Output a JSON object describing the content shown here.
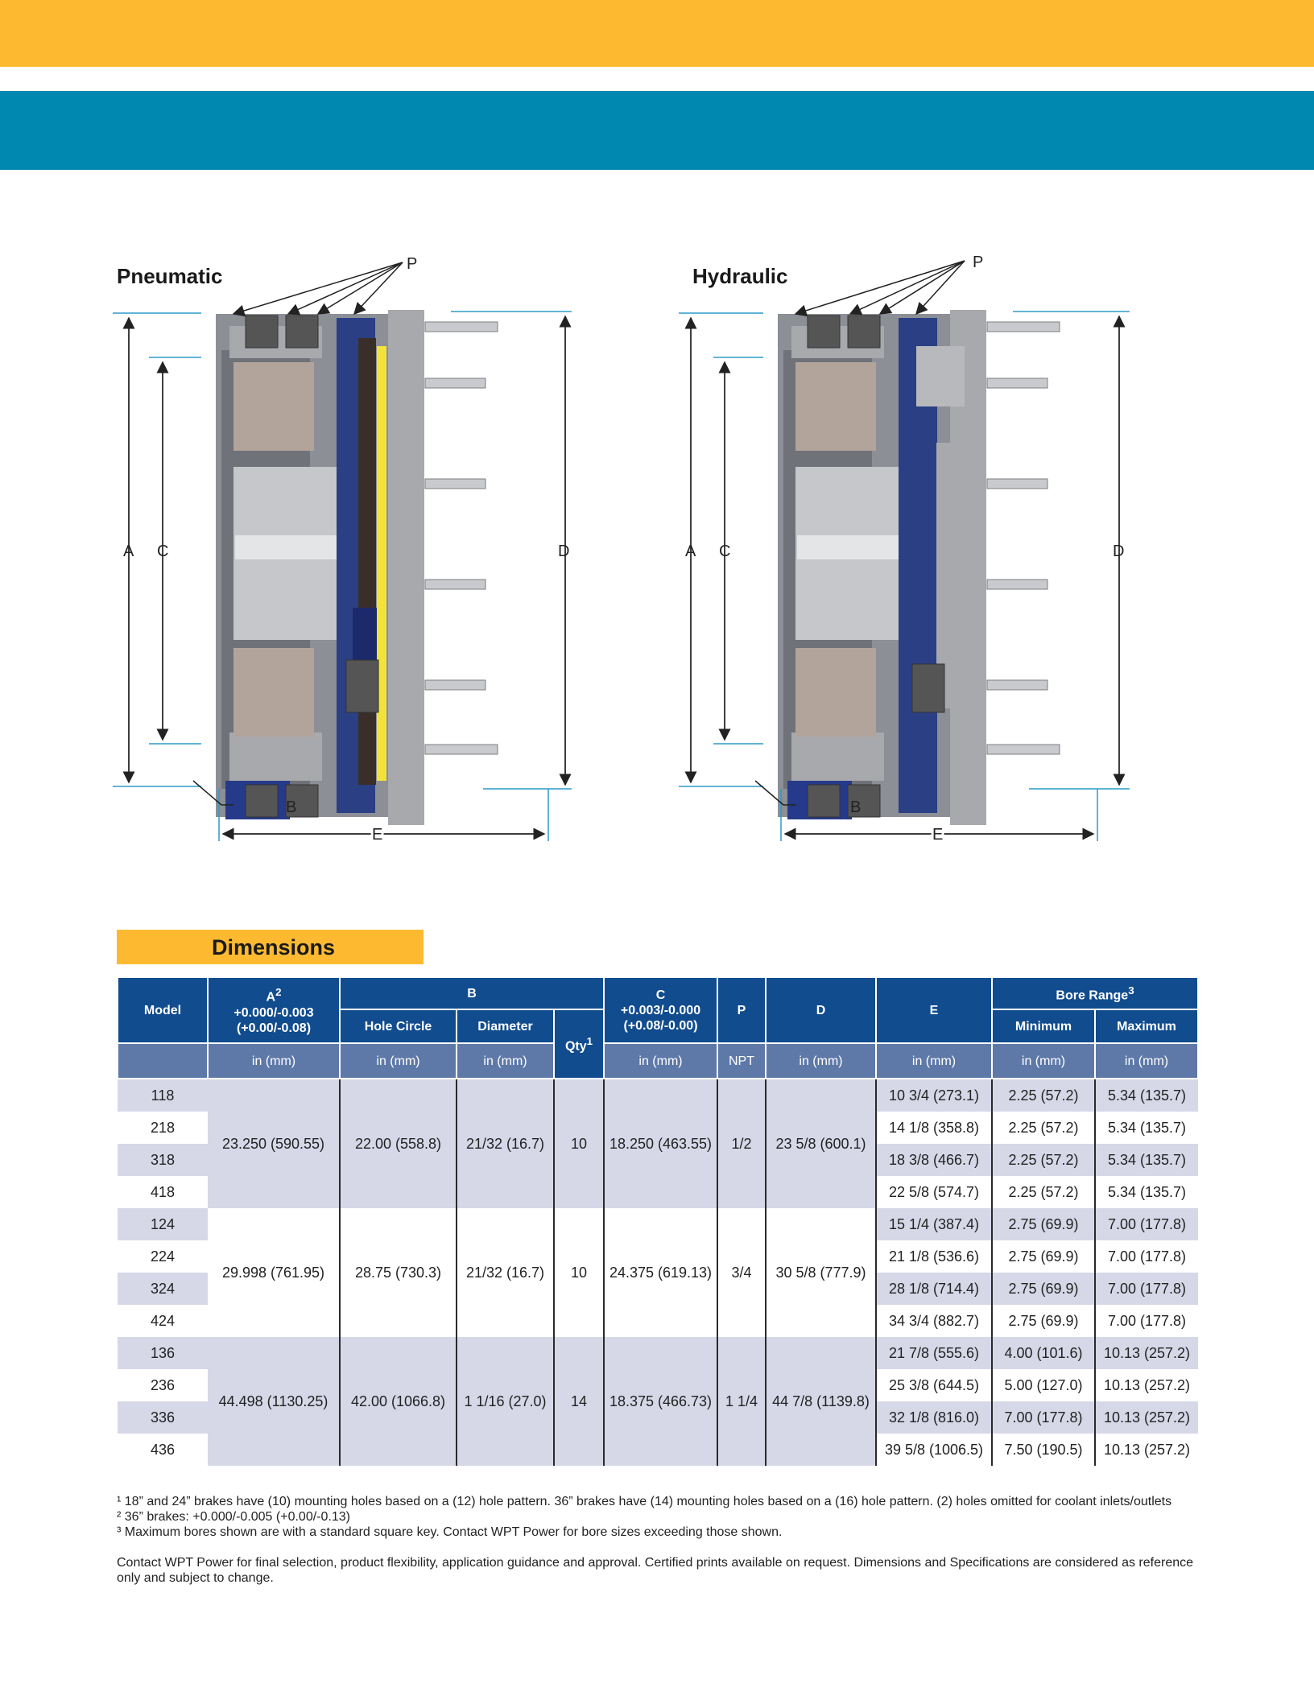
{
  "diagrams": [
    {
      "title": "Pneumatic",
      "labels": {
        "p": "P",
        "a": "A",
        "c": "C",
        "d": "D",
        "b": "B",
        "e": "E"
      }
    },
    {
      "title": "Hydraulic",
      "labels": {
        "p": "P",
        "a": "A",
        "c": "C",
        "d": "D",
        "b": "B",
        "e": "E"
      }
    }
  ],
  "colors": {
    "top_band": "#FDBA31",
    "second_band": "#0088B0",
    "table_header": "#114C8E",
    "unit_row": "#5E79A8",
    "row_shade": "#D6D8E8",
    "dim_line": "#2B9BC9"
  },
  "dimensions": {
    "title": "Dimensions",
    "headers": {
      "model": "Model",
      "a_label": "A",
      "a_sup": "2",
      "a_tol_in": "+0.000/-0.003",
      "a_tol_mm": "(+0.00/-0.08)",
      "b": "B",
      "hole_circle": "Hole Circle",
      "diameter": "Diameter",
      "qty": "Qty",
      "qty_sup": "1",
      "c_label": "C",
      "c_tol_in": "+0.003/-0.000",
      "c_tol_mm": "(+0.08/-0.00)",
      "p": "P",
      "d": "D",
      "e": "E",
      "bore_range": "Bore Range",
      "bore_sup": "3",
      "minimum": "Minimum",
      "maximum": "Maximum"
    },
    "units": {
      "a": "in (mm)",
      "hole_circle": "in (mm)",
      "diameter": "in (mm)",
      "c": "in (mm)",
      "p": "NPT",
      "d": "in (mm)",
      "e": "in (mm)",
      "min": "in (mm)",
      "max": "in (mm)"
    },
    "groups": [
      {
        "a": "23.250 (590.55)",
        "hole_circle": "22.00 (558.8)",
        "diameter": "21/32 (16.7)",
        "qty": "10",
        "c": "18.250 (463.55)",
        "p": "1/2",
        "d": "23 5/8 (600.1)",
        "rows": [
          {
            "model": "118",
            "e": "10 3/4 (273.1)",
            "min": "2.25 (57.2)",
            "max": "5.34 (135.7)"
          },
          {
            "model": "218",
            "e": "14 1/8 (358.8)",
            "min": "2.25 (57.2)",
            "max": "5.34 (135.7)"
          },
          {
            "model": "318",
            "e": "18 3/8 (466.7)",
            "min": "2.25 (57.2)",
            "max": "5.34 (135.7)"
          },
          {
            "model": "418",
            "e": "22 5/8 (574.7)",
            "min": "2.25 (57.2)",
            "max": "5.34 (135.7)"
          }
        ]
      },
      {
        "a": "29.998 (761.95)",
        "hole_circle": "28.75 (730.3)",
        "diameter": "21/32 (16.7)",
        "qty": "10",
        "c": "24.375 (619.13)",
        "p": "3/4",
        "d": "30 5/8 (777.9)",
        "rows": [
          {
            "model": "124",
            "e": "15 1/4 (387.4)",
            "min": "2.75 (69.9)",
            "max": "7.00 (177.8)"
          },
          {
            "model": "224",
            "e": "21 1/8 (536.6)",
            "min": "2.75 (69.9)",
            "max": "7.00 (177.8)"
          },
          {
            "model": "324",
            "e": "28 1/8 (714.4)",
            "min": "2.75 (69.9)",
            "max": "7.00 (177.8)"
          },
          {
            "model": "424",
            "e": "34 3/4 (882.7)",
            "min": "2.75 (69.9)",
            "max": "7.00 (177.8)"
          }
        ]
      },
      {
        "a": "44.498 (1130.25)",
        "hole_circle": "42.00 (1066.8)",
        "diameter": "1 1/16 (27.0)",
        "qty": "14",
        "c": "18.375 (466.73)",
        "p": "1 1/4",
        "d": "44 7/8 (1139.8)",
        "rows": [
          {
            "model": "136",
            "e": "21 7/8 (555.6)",
            "min": "4.00 (101.6)",
            "max": "10.13 (257.2)"
          },
          {
            "model": "236",
            "e": "25 3/8 (644.5)",
            "min": "5.00 (127.0)",
            "max": "10.13 (257.2)"
          },
          {
            "model": "336",
            "e": "32 1/8 (816.0)",
            "min": "7.00 (177.8)",
            "max": "10.13 (257.2)"
          },
          {
            "model": "436",
            "e": "39 5/8 (1006.5)",
            "min": "7.50 (190.5)",
            "max": "10.13 (257.2)"
          }
        ]
      }
    ]
  },
  "footnotes": [
    "¹  18” and 24” brakes have (10) mounting holes based on a (12) hole pattern. 36” brakes have (14) mounting holes based on a (16) hole pattern. (2) holes omitted for coolant inlets/outlets",
    "²  36” brakes: +0.000/-0.005 (+0.00/-0.13)",
    "³  Maximum bores shown are with a standard square key. Contact WPT Power for bore sizes exceeding those shown."
  ],
  "contact": "Contact WPT Power for final selection, product flexibility, application guidance and approval. Certified prints available on request. Dimensions and Specifications are considered as reference only and subject to change."
}
